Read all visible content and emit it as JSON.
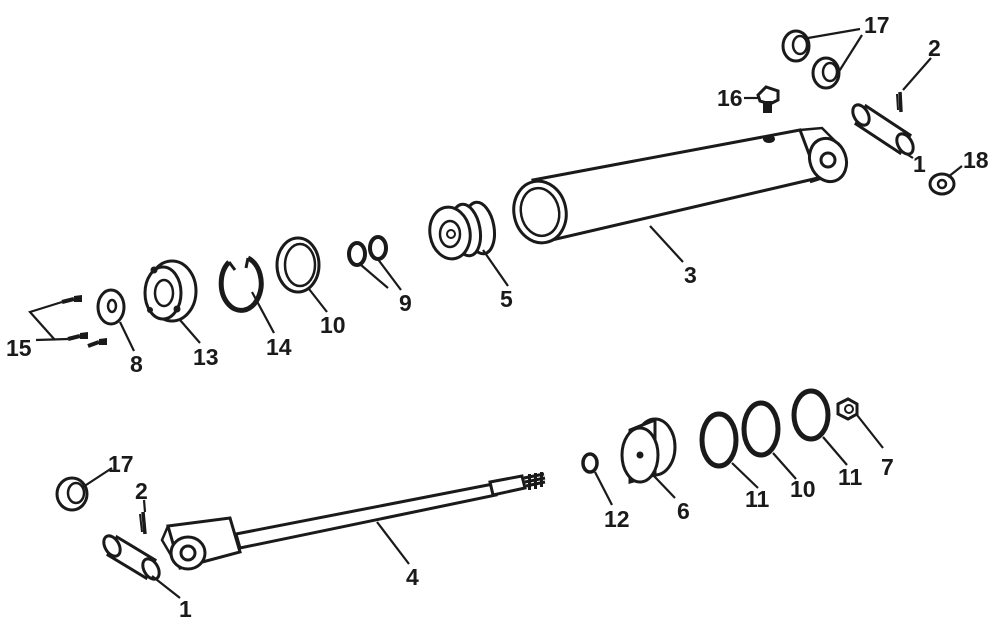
{
  "diagram": {
    "callouts": [
      {
        "id": "c17a",
        "text": "17"
      },
      {
        "id": "c2a",
        "text": "2"
      },
      {
        "id": "c16",
        "text": "16"
      },
      {
        "id": "c1a",
        "text": "1"
      },
      {
        "id": "c18",
        "text": "18"
      },
      {
        "id": "c3",
        "text": "3"
      },
      {
        "id": "c5",
        "text": "5"
      },
      {
        "id": "c9",
        "text": "9"
      },
      {
        "id": "c10a",
        "text": "10"
      },
      {
        "id": "c14",
        "text": "14"
      },
      {
        "id": "c13",
        "text": "13"
      },
      {
        "id": "c8",
        "text": "8"
      },
      {
        "id": "c15",
        "text": "15"
      },
      {
        "id": "c17b",
        "text": "17"
      },
      {
        "id": "c2b",
        "text": "2"
      },
      {
        "id": "c1b",
        "text": "1"
      },
      {
        "id": "c4",
        "text": "4"
      },
      {
        "id": "c12",
        "text": "12"
      },
      {
        "id": "c6",
        "text": "6"
      },
      {
        "id": "c11a",
        "text": "11"
      },
      {
        "id": "c10b",
        "text": "10"
      },
      {
        "id": "c11b",
        "text": "11"
      },
      {
        "id": "c7",
        "text": "7"
      }
    ]
  }
}
